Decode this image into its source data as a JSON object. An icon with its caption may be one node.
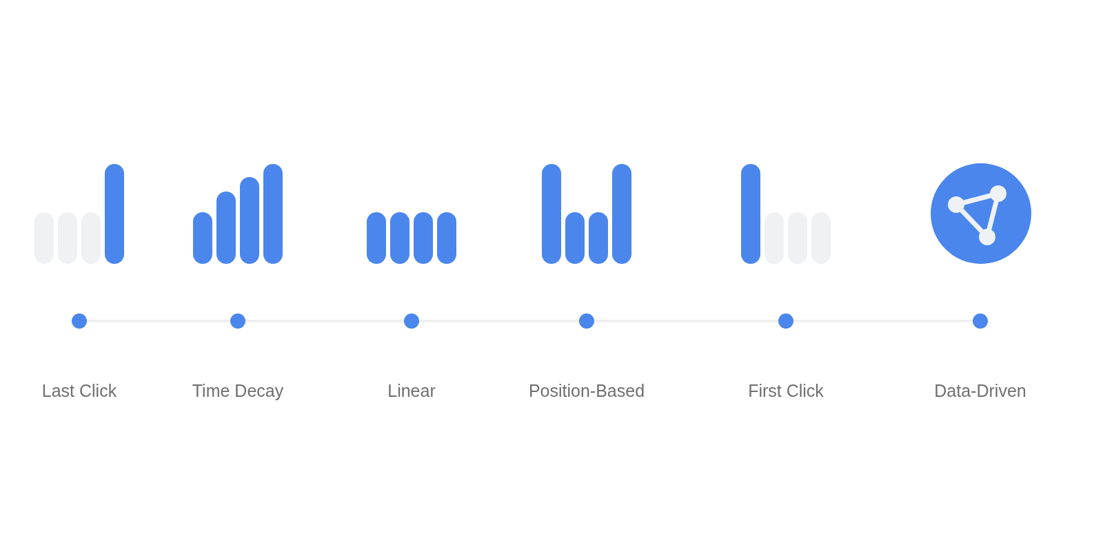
{
  "diagram": {
    "nodes": [
      {
        "text": [],
        "shape": "circle",
        "beside": [
          "Last Click"
        ]
      },
      {
        "text": [],
        "shape": "circle",
        "beside": [
          "Time Decay"
        ]
      },
      {
        "text": [],
        "shape": "circle",
        "beside": [
          "Linear"
        ]
      },
      {
        "text": [],
        "shape": "circle",
        "beside": [
          "Position-Based"
        ]
      },
      {
        "text": [],
        "shape": "circle",
        "beside": [
          "First Click"
        ]
      },
      {
        "text": [],
        "shape": "circle",
        "beside": [
          "Data-Driven"
        ]
      }
    ],
    "edges": [
      {
        "from": 0,
        "to": 1,
        "arrow": "none"
      },
      {
        "from": 1,
        "to": 2,
        "arrow": "none"
      },
      {
        "from": 2,
        "to": 3,
        "arrow": "none"
      },
      {
        "from": 3,
        "to": 4,
        "arrow": "none"
      },
      {
        "from": 4,
        "to": 5,
        "arrow": "none"
      }
    ]
  }
}
